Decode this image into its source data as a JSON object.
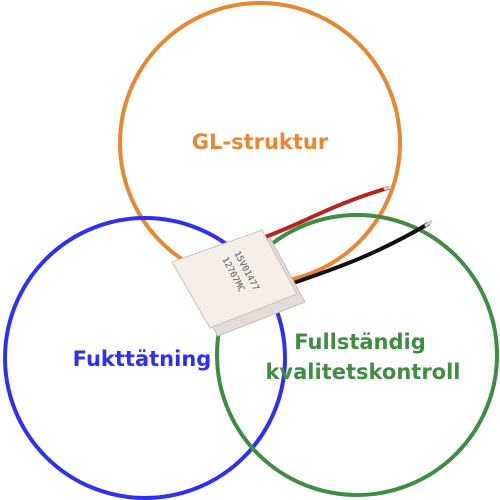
{
  "diagram": {
    "circles": [
      {
        "id": "top",
        "label": "GL-struktur",
        "color": "#e8872f"
      },
      {
        "id": "left",
        "label": "Fukttätning",
        "color": "#2f2ff0"
      },
      {
        "id": "right",
        "label_lines": [
          "Fullständig",
          "kvalitetskontroll"
        ],
        "color": "#3f8c43"
      }
    ],
    "module": {
      "markings": [
        "12707MC",
        "15V01477"
      ],
      "plate_color": "#f6efe9",
      "wire_colors": [
        "#b2261f",
        "#111111"
      ]
    }
  }
}
